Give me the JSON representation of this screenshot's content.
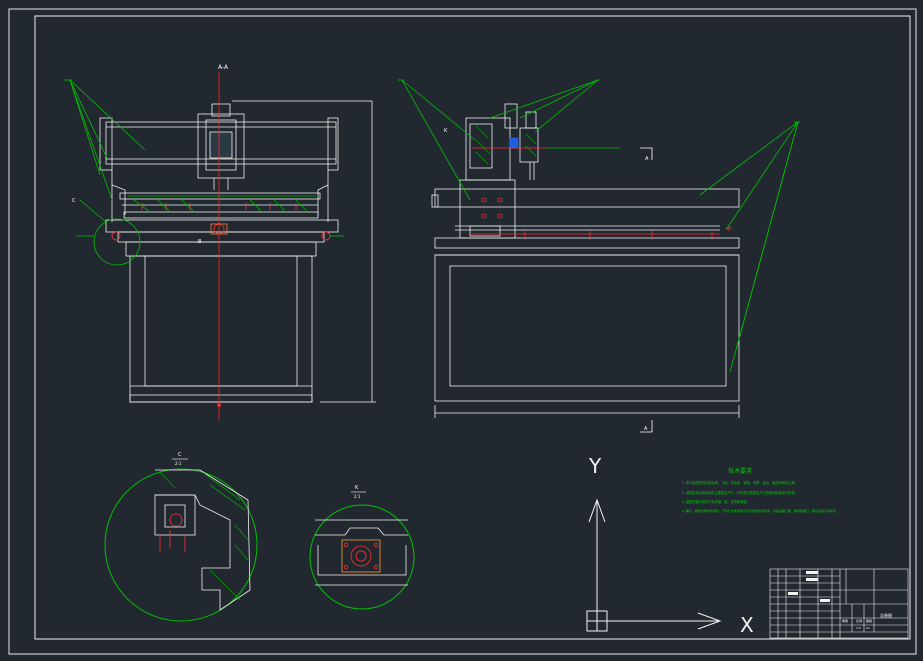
{
  "labels": {
    "section_aa": "A-A",
    "view_a_top": "A",
    "view_a_bottom": "A",
    "detail_c": "C",
    "detail_k": "K",
    "marker_b": "B",
    "detail_c_title": "C",
    "detail_c_scale": "2:1",
    "detail_k_title": "K",
    "detail_k_scale": "2:1",
    "axis_y": "Y",
    "axis_x": "X"
  },
  "tech_requirements": {
    "title": "技术要求",
    "items": [
      "1. 零件装配前须清除毛刺、飞边、氧化皮、锈蚀、切屑、油污、着色剂和灰尘等。",
      "2. 装配前应对零部件的主要配合尺寸，特别是过盈配合尺寸及相关精度进行复查。",
      "3. 装配过程中零件不允许磕、碰、划伤和锈蚀。",
      "4. 螺钉、螺栓和螺母紧固时，严禁打击或使用不合适的旋具和扳手，紧固后螺钉槽、螺母和螺钉、螺栓头部不得损坏。"
    ]
  },
  "title_block": {
    "drawing_name": "总装图",
    "scale": "1:5",
    "sheet": "A1",
    "label_scale": "比例",
    "label_sheet": "图幅",
    "label_weight": "重量"
  },
  "colors": {
    "background": "#212830",
    "outline": "#ffffff",
    "leader": "#00c000",
    "center_line": "#ff2020",
    "hatch": "#00a000"
  }
}
